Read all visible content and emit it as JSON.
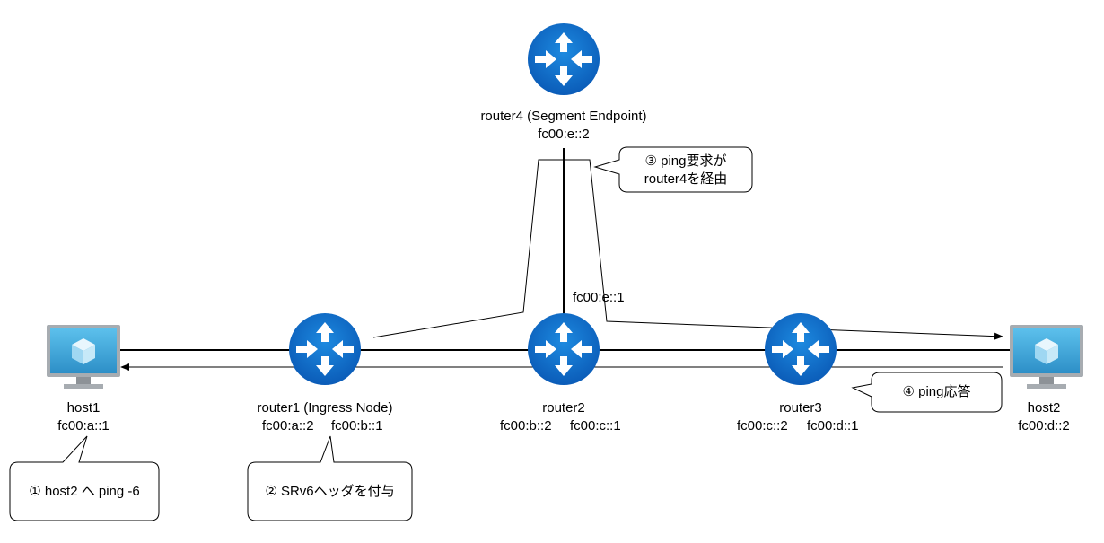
{
  "nodes": {
    "router4": {
      "name": "router4 (Segment Endpoint)",
      "addr_top": "fc00:e::2",
      "addr_bottom": "fc00:e::1"
    },
    "host1": {
      "name": "host1",
      "addr": "fc00:a::1"
    },
    "router1": {
      "name": "router1 (Ingress Node)",
      "addr_left": "fc00:a::2",
      "addr_right": "fc00:b::1"
    },
    "router2": {
      "name": "router2",
      "addr_left": "fc00:b::2",
      "addr_right": "fc00:c::1"
    },
    "router3": {
      "name": "router3",
      "addr_left": "fc00:c::2",
      "addr_right": "fc00:d::1"
    },
    "host2": {
      "name": "host2",
      "addr": "fc00:d::2"
    }
  },
  "callouts": {
    "step1": "① host2 へ ping -6",
    "step2": "② SRv6ヘッダを付与",
    "step3_line1": "③ ping要求が",
    "step3_line2": "router4を経由",
    "step4": "④ ping応答"
  },
  "icons": {
    "router": "router-icon",
    "host": "monitor-host-icon"
  },
  "colors": {
    "router_fill": "#0f6fce",
    "router_arrow": "#ffffff",
    "monitor_frame": "#9aa0a6",
    "monitor_screen": "#36a3d9",
    "line": "#000000"
  }
}
